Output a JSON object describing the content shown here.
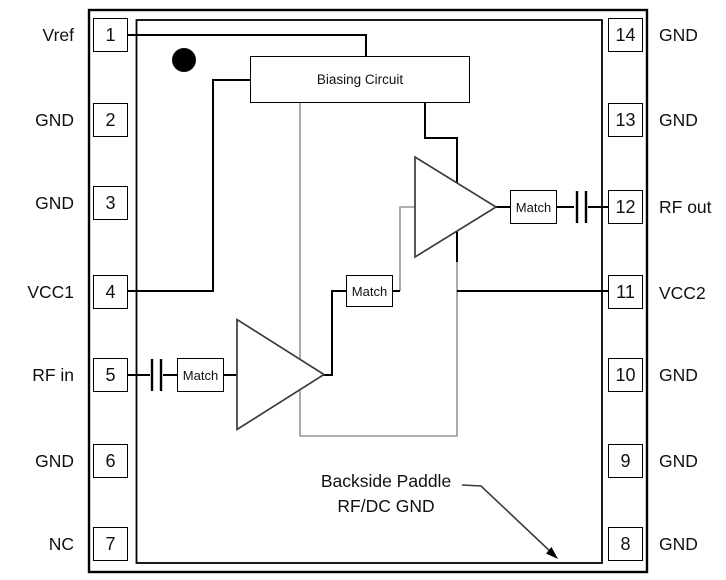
{
  "diagram": {
    "package": {
      "pins_left": [
        {
          "number": "1",
          "label": "Vref"
        },
        {
          "number": "2",
          "label": "GND"
        },
        {
          "number": "3",
          "label": "GND"
        },
        {
          "number": "4",
          "label": "VCC1"
        },
        {
          "number": "5",
          "label": "RF in"
        },
        {
          "number": "6",
          "label": "GND"
        },
        {
          "number": "7",
          "label": "NC"
        }
      ],
      "pins_right": [
        {
          "number": "14",
          "label": "GND"
        },
        {
          "number": "13",
          "label": "GND"
        },
        {
          "number": "12",
          "label": "RF out"
        },
        {
          "number": "11",
          "label": "VCC2"
        },
        {
          "number": "10",
          "label": "GND"
        },
        {
          "number": "9",
          "label": "GND"
        },
        {
          "number": "8",
          "label": "GND"
        }
      ]
    },
    "blocks": {
      "biasing": "Biasing Circuit",
      "match_input": "Match",
      "match_interstage": "Match",
      "match_output": "Match"
    },
    "annotation": {
      "line1": "Backside Paddle",
      "line2": "RF/DC GND"
    },
    "colors": {
      "line": "#000000",
      "bias_line": "#969696",
      "background": "#ffffff"
    }
  }
}
